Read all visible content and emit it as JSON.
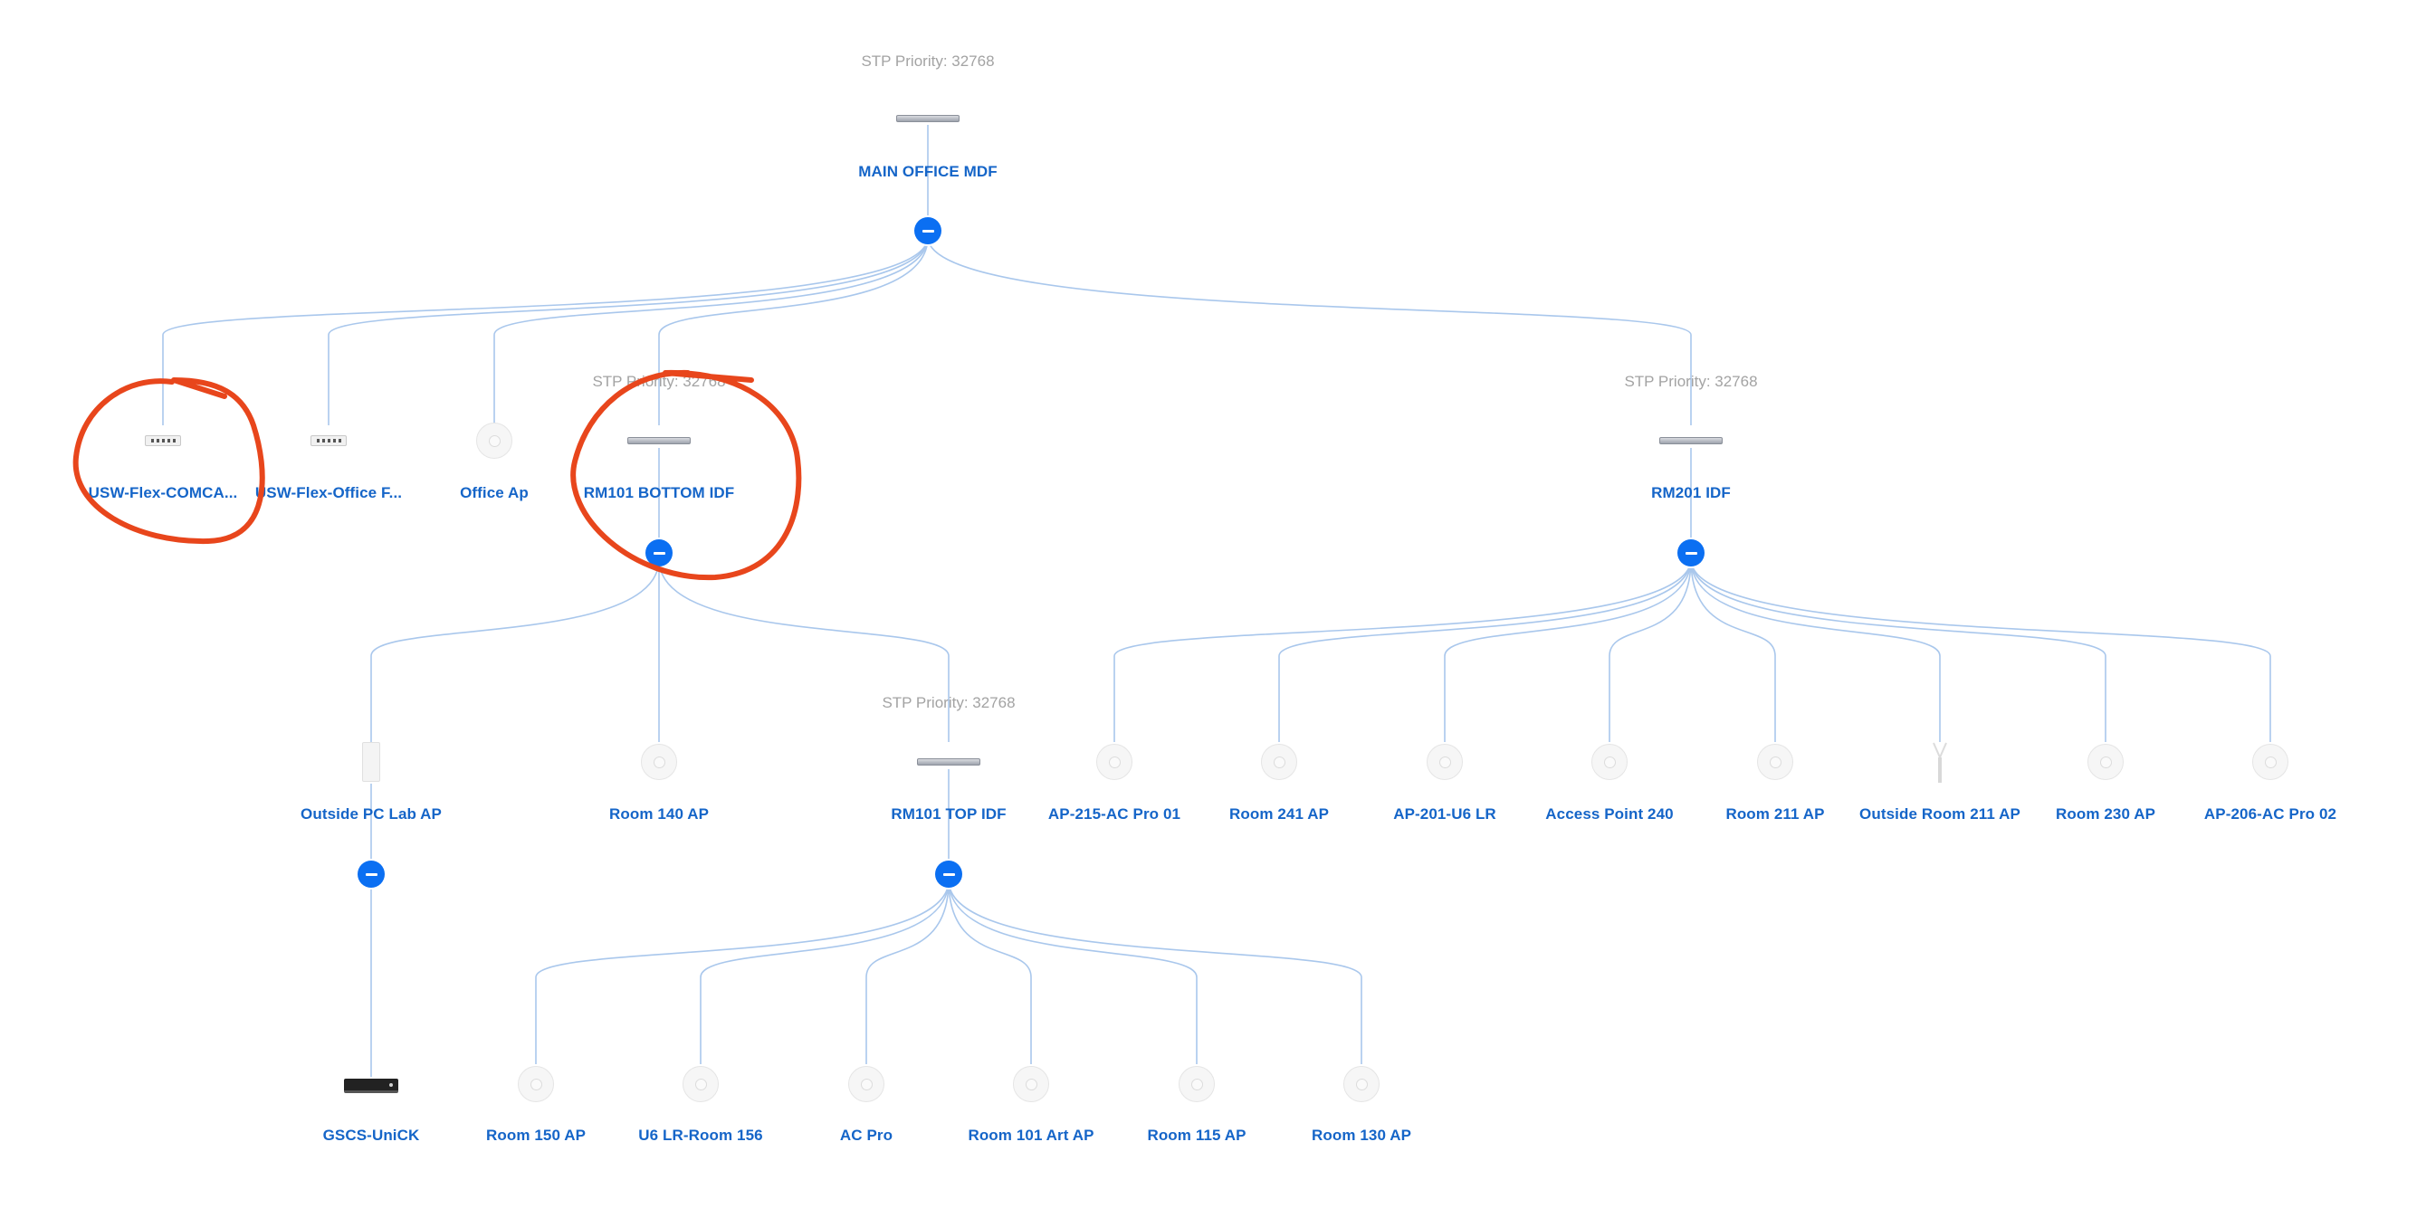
{
  "colors": {
    "link": "#a9c7ec",
    "label": "#1565c8",
    "stp": "#a3a3a3",
    "collapse": "#0b6ff2",
    "annotation": "#e8461c"
  },
  "stp_label": "STP Priority: 32768",
  "root": {
    "name": "MAIN OFFICE MDF",
    "icon": "switch-icon"
  },
  "level1": [
    {
      "name": "USW-Flex-COMCA...",
      "icon": "flex-switch-icon"
    },
    {
      "name": "USW-Flex-Office F...",
      "icon": "flex-switch-icon"
    },
    {
      "name": "Office Ap",
      "icon": "access-point-icon"
    },
    {
      "name": "RM101 BOTTOM IDF",
      "icon": "switch-icon"
    },
    {
      "name": "RM201 IDF",
      "icon": "switch-icon"
    }
  ],
  "rm101_bottom_children": [
    {
      "name": "Outside PC Lab AP",
      "icon": "mesh-ap-icon"
    },
    {
      "name": "Room 140 AP",
      "icon": "access-point-icon"
    },
    {
      "name": "RM101 TOP IDF",
      "icon": "switch-icon"
    }
  ],
  "outside_pc_lab_children": [
    {
      "name": "GSCS-UniCK",
      "icon": "cloud-key-icon"
    }
  ],
  "rm101_top_children": [
    {
      "name": "Room 150 AP",
      "icon": "access-point-icon"
    },
    {
      "name": "U6 LR-Room 156",
      "icon": "access-point-icon"
    },
    {
      "name": "AC Pro",
      "icon": "access-point-icon"
    },
    {
      "name": "Room 101 Art AP",
      "icon": "access-point-icon"
    },
    {
      "name": "Room 115 AP",
      "icon": "access-point-icon"
    },
    {
      "name": "Room 130 AP",
      "icon": "access-point-icon"
    }
  ],
  "rm201_children": [
    {
      "name": "AP-215-AC Pro 01",
      "icon": "access-point-icon"
    },
    {
      "name": "Room 241 AP",
      "icon": "access-point-icon"
    },
    {
      "name": "AP-201-U6 LR",
      "icon": "access-point-icon"
    },
    {
      "name": "Access Point 240",
      "icon": "access-point-icon"
    },
    {
      "name": "Room 211 AP",
      "icon": "access-point-icon"
    },
    {
      "name": "Outside Room 211 AP",
      "icon": "antenna-ap-icon"
    },
    {
      "name": "Room 230 AP",
      "icon": "access-point-icon"
    },
    {
      "name": "AP-206-AC Pro 02",
      "icon": "access-point-icon"
    }
  ]
}
